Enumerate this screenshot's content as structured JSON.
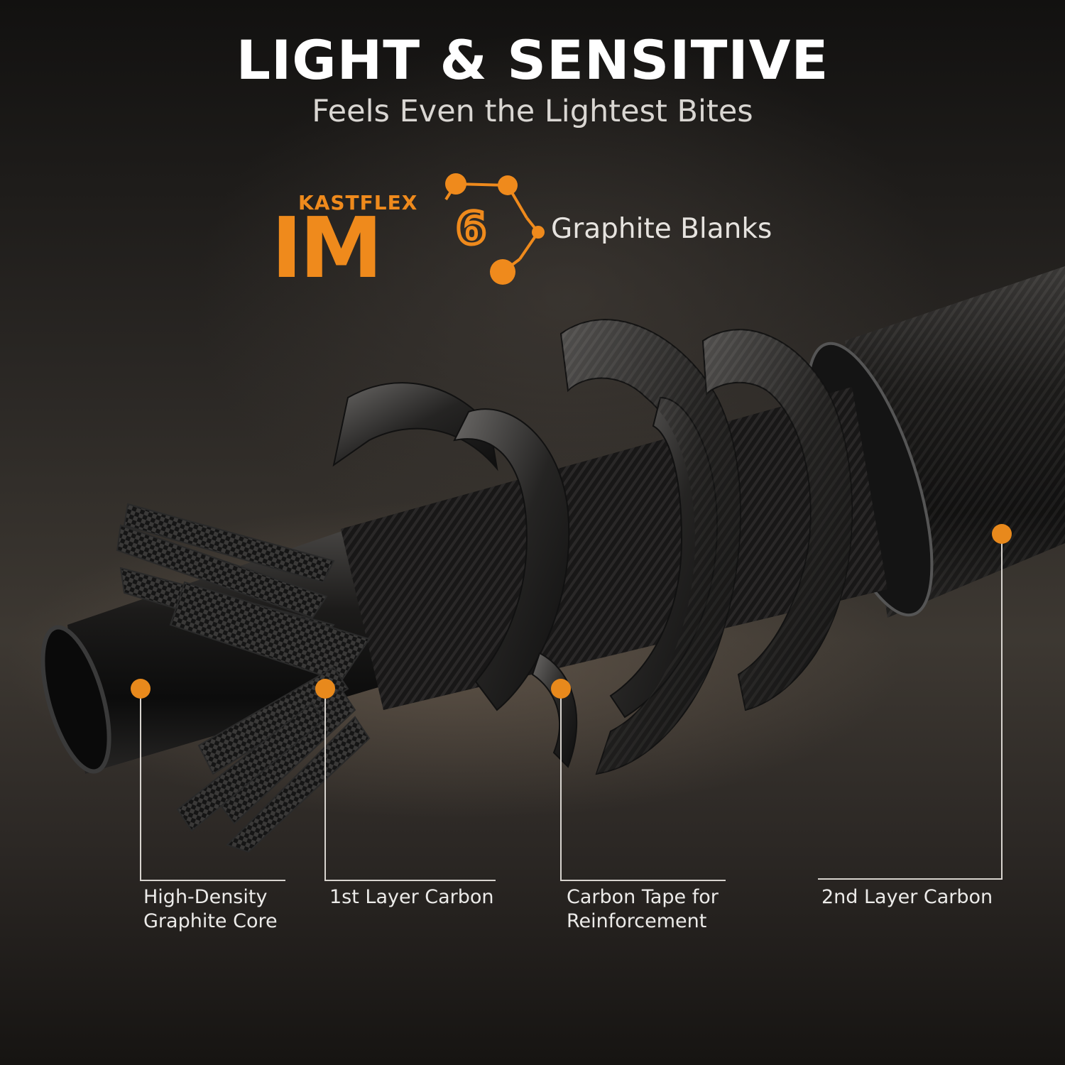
{
  "header": {
    "title": "LIGHT & SENSITIVE",
    "subtitle": "Feels Even the Lightest Bites"
  },
  "brand": {
    "wordmark": "KASTFLEX",
    "model": "IM",
    "model_superscript": "6",
    "tagline": "Graphite Blanks",
    "accent_color": "#ef8a1c"
  },
  "callouts": [
    {
      "line1": "High-Density",
      "line2": "Graphite Core"
    },
    {
      "line1": "1st Layer Carbon",
      "line2": ""
    },
    {
      "line1": "Carbon Tape for",
      "line2": "Reinforcement"
    },
    {
      "line1": "2nd Layer Carbon",
      "line2": ""
    }
  ],
  "colors": {
    "callout_dot": "#e8891c",
    "callout_line": "#d8d4cf",
    "text": "#ffffff"
  }
}
